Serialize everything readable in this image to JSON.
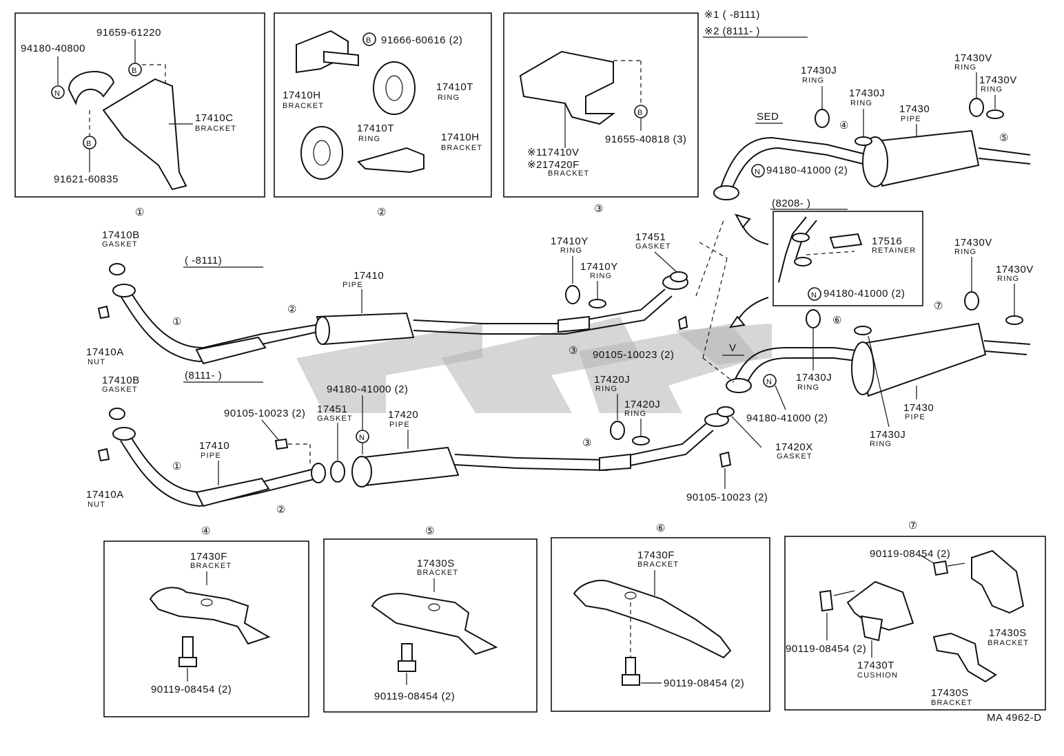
{
  "diagram": {
    "code": "MA 4962-D",
    "range_legend": {
      "r1": "※1 (      -8111)",
      "r2": "※2 (8111-       )"
    },
    "range_upper": "(       -8111)",
    "range_lower": "(8111-       )",
    "range_8208": "(8208-       )",
    "sed": "SED",
    "v": "V",
    "section_numbers": [
      "①",
      "②",
      "③",
      "④",
      "⑤",
      "⑥",
      "⑦"
    ],
    "panel1": {
      "p1": "94180-40800",
      "p2": "91659-61220",
      "p3": "17410C",
      "p3s": "BRACKET",
      "p4": "91621-60835",
      "mark_n": "N",
      "mark_b": "B"
    },
    "panel2": {
      "p1": "91666-60616 (2)",
      "p2": "17410H",
      "p2s": "BRACKET",
      "p3": "17410T",
      "p3s": "RING",
      "p4": "17410T",
      "p4s": "RING",
      "p5": "17410H",
      "p5s": "BRACKET"
    },
    "panel3": {
      "p1": "※117410V",
      "p2": "※217420F",
      "p2s": "BRACKET",
      "p3": "91655-40818 (3)"
    },
    "upper": {
      "gasket": "17410B",
      "gasket_s": "GASKET",
      "nut": "17410A",
      "nut_s": "NUT",
      "pipe": "17410",
      "pipe_s": "PIPE",
      "ring1": "17410Y",
      "ring1_s": "RING",
      "ring2": "17410Y",
      "ring2_s": "RING",
      "gasket2": "17451",
      "gasket2_s": "GASKET",
      "bolt": "90105-10023 (2)"
    },
    "lower": {
      "gasket": "17410B",
      "gasket_s": "GASKET",
      "nut": "17410A",
      "nut_s": "NUT",
      "pipe": "17410",
      "pipe_s": "PIPE",
      "bolt1": "90105-10023 (2)",
      "gasket2": "17451",
      "gasket2_s": "GASKET",
      "nutn": "94180-41000 (2)",
      "pipe2": "17420",
      "pipe2_s": "PIPE",
      "ring1": "17420J",
      "ring1_s": "RING",
      "ring2": "17420J",
      "ring2_s": "RING",
      "gasket3": "17420X",
      "gasket3_s": "GASKET",
      "bolt2": "90105-10023 (2)"
    },
    "sed_assy": {
      "ring_a": "17430J",
      "ring_a_s": "RING",
      "ring_b": "17430J",
      "ring_b_s": "RING",
      "pipe": "17430",
      "pipe_s": "PIPE",
      "ring_c": "17430V",
      "ring_c_s": "RING",
      "ring_d": "17430V",
      "ring_d_s": "RING",
      "nut": "94180-41000 (2)",
      "retainer": "17516",
      "retainer_s": "RETAINER",
      "nut2": "94180-41000 (2)"
    },
    "v_assy": {
      "ring_a": "17430V",
      "ring_a_s": "RING",
      "ring_b": "17430V",
      "ring_b_s": "RING",
      "ring_c": "17430J",
      "ring_c_s": "RING",
      "pipe": "17430",
      "pipe_s": "PIPE",
      "ring_d": "17430J",
      "ring_d_s": "RING",
      "nut": "94180-41000 (2)"
    },
    "panel4": {
      "p1": "17430F",
      "p1s": "BRACKET",
      "p2": "90119-08454 (2)"
    },
    "panel5": {
      "p1": "17430S",
      "p1s": "BRACKET",
      "p2": "90119-08454 (2)"
    },
    "panel6": {
      "p1": "17430F",
      "p1s": "BRACKET",
      "p2": "90119-08454 (2)"
    },
    "panel7": {
      "p1": "90119-08454 (2)",
      "p2": "90119-08454 (2)",
      "p3": "17430T",
      "p3s": "CUSHION",
      "p4": "17430S",
      "p4s": "BRACKET",
      "p5": "17430S",
      "p5s": "BRACKET"
    }
  }
}
